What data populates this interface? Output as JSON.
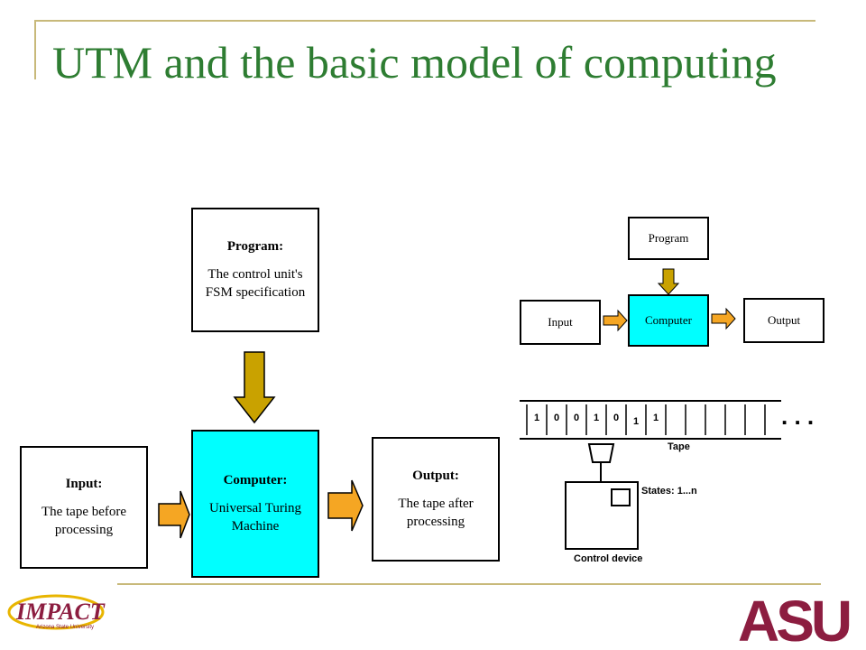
{
  "title": "UTM and the basic model of computing",
  "main_diagram": {
    "program": {
      "heading": "Program:",
      "text": "The control unit's FSM specification"
    },
    "input": {
      "heading": "Input:",
      "text": "The tape before processing"
    },
    "computer": {
      "heading": "Computer:",
      "text": "Universal Turing Machine"
    },
    "output": {
      "heading": "Output:",
      "text": "The tape after processing"
    }
  },
  "mini_diagram": {
    "program": "Program",
    "input": "Input",
    "computer": "Computer",
    "output": "Output"
  },
  "turing_sketch": {
    "tape_values": [
      "1",
      "0",
      "0",
      "1",
      "0",
      "1",
      "1"
    ],
    "tape_label": "Tape",
    "states_label": "States: 1...n",
    "device_label": "Control device",
    "ellipsis": ". . ."
  },
  "logos": {
    "left": "IMPACT",
    "left_sub": "Arizona State University",
    "right": "ASU"
  },
  "colors": {
    "title": "#2e7d32",
    "frame": "#c8b97a",
    "arrow_orange": "#f5a623",
    "arrow_gold": "#c9a200",
    "computer_fill": "#00ffff",
    "asu_maroon": "#8c1d40"
  }
}
